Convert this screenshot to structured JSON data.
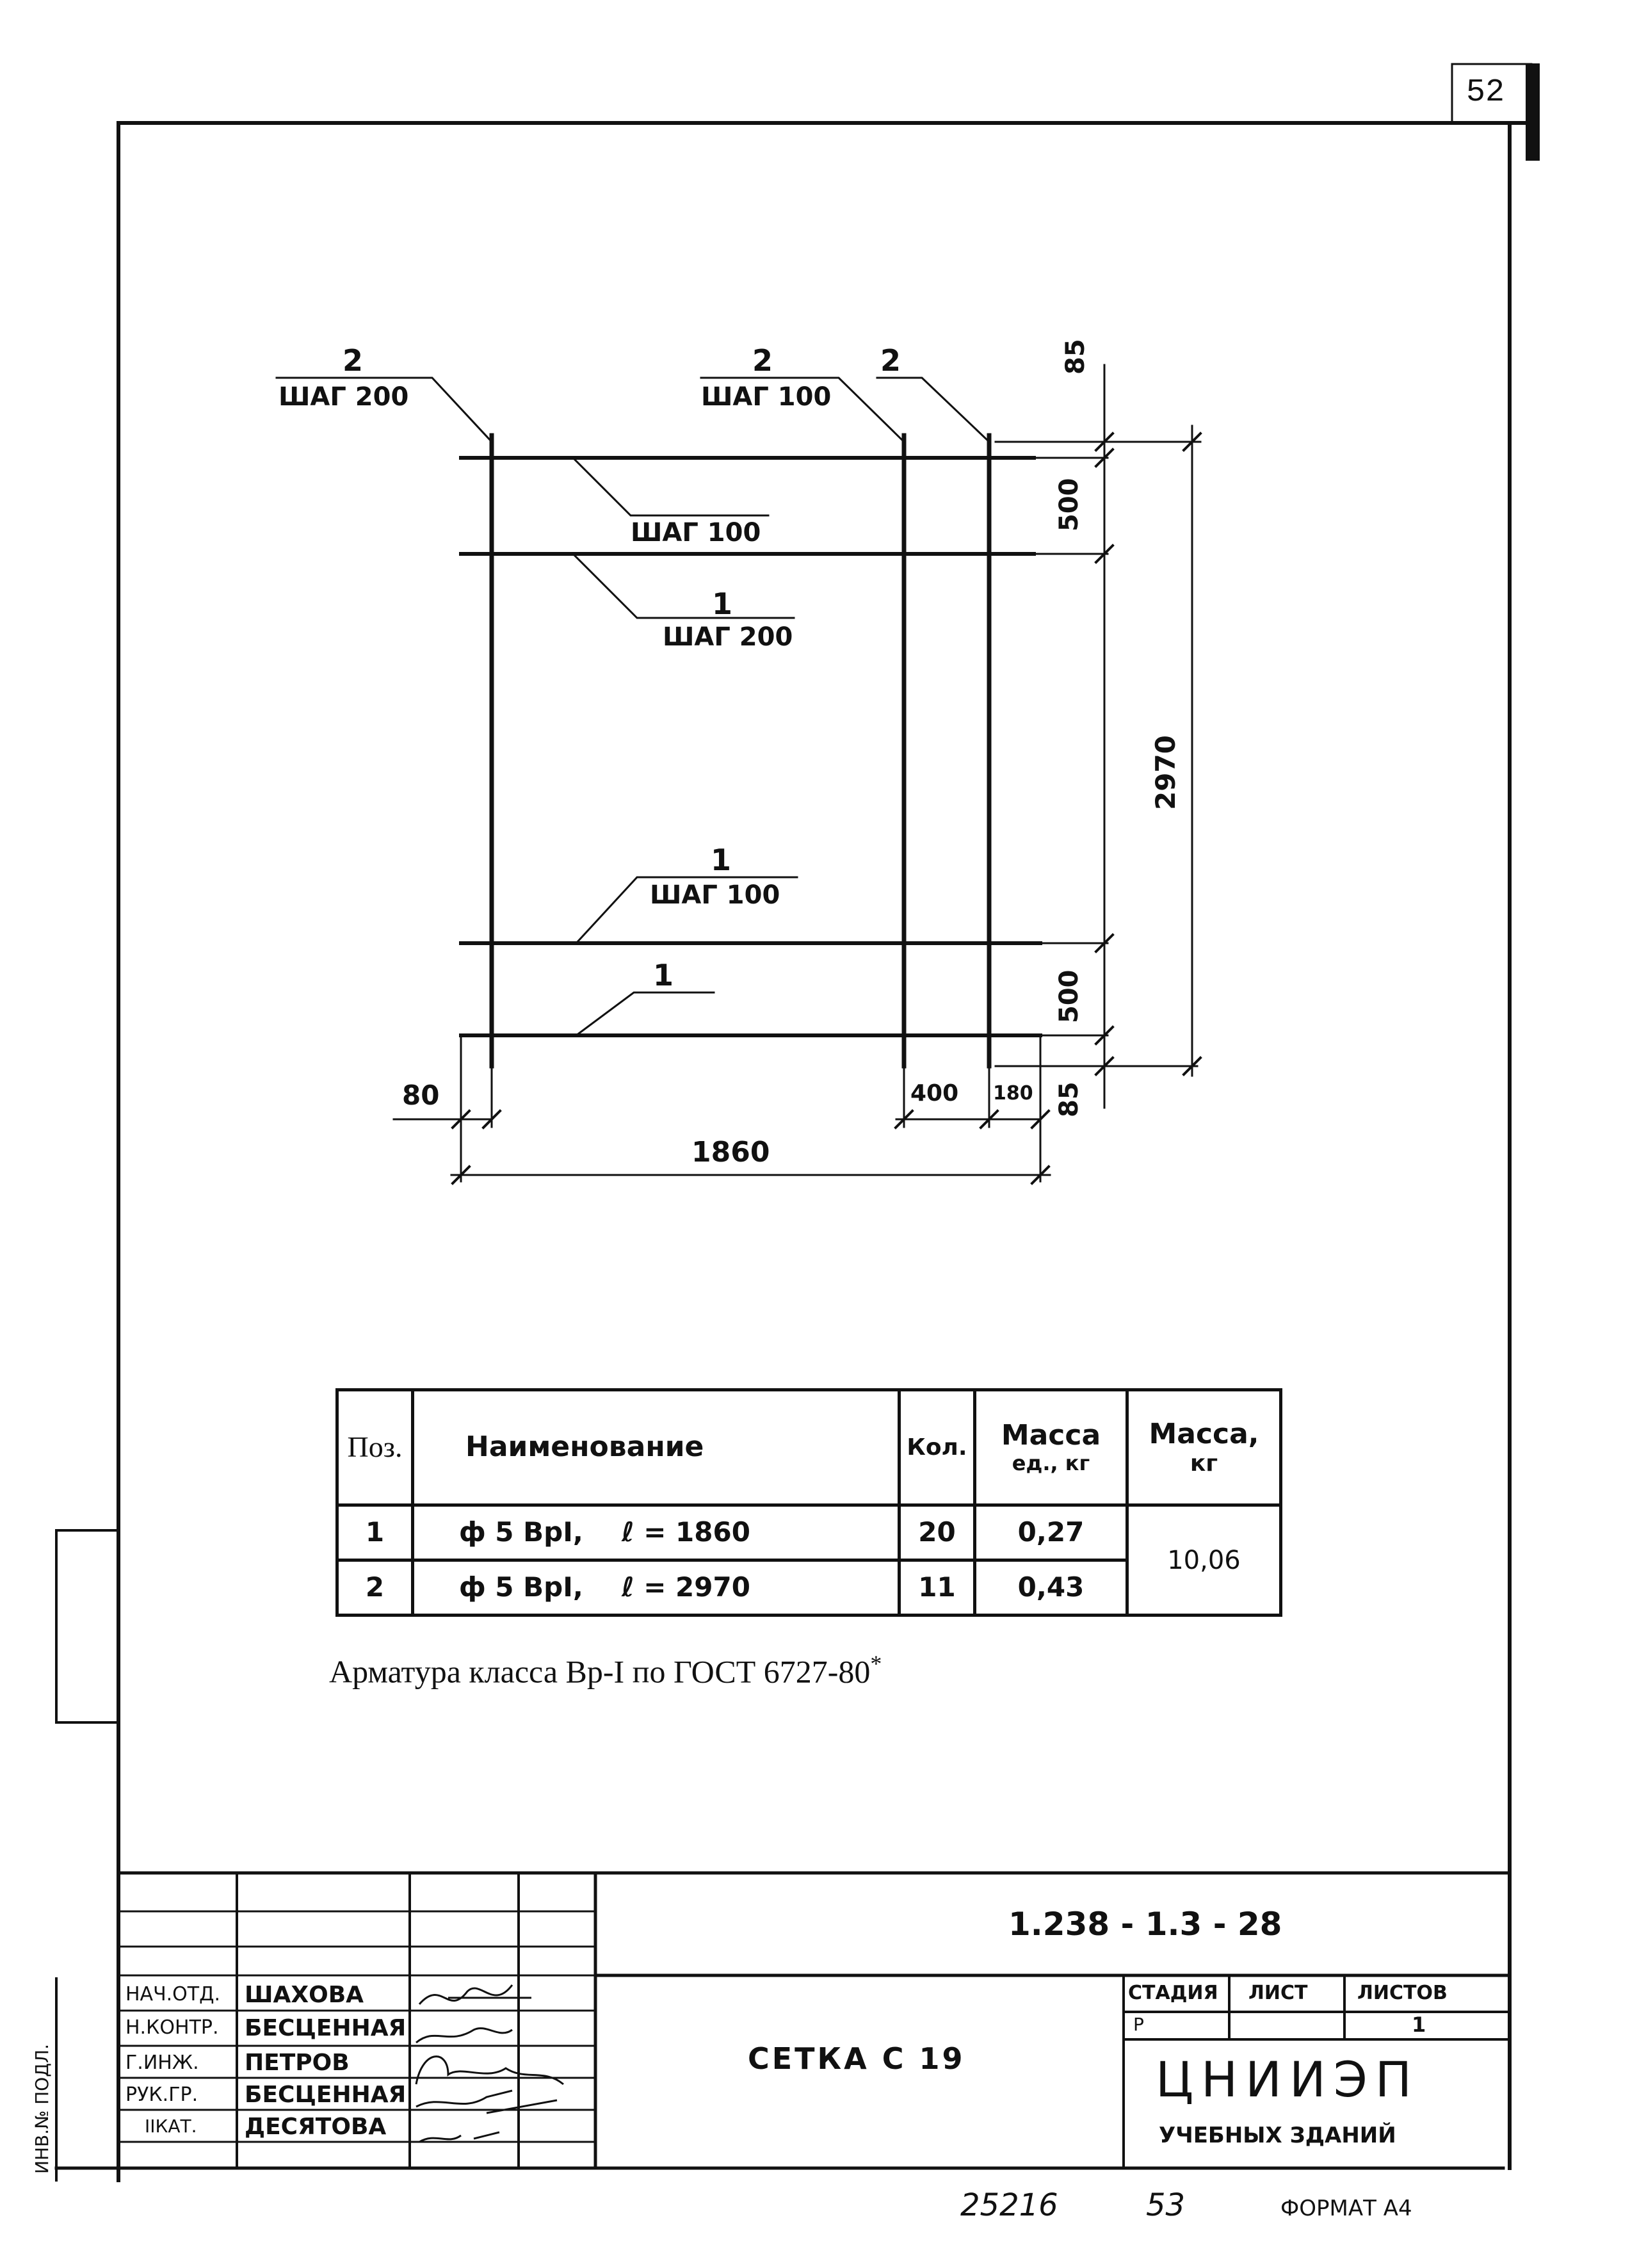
{
  "page_number": "52",
  "drawing": {
    "labels": {
      "top_left_pos": "2",
      "top_left_step": "ШАГ 200",
      "top_mid_pos": "2",
      "top_mid_step": "ШАГ 100",
      "top_right_pos": "2",
      "upper_bar_step": "ШАГ 100",
      "upper_bar2_pos": "1",
      "upper_bar2_step": "ШАГ 200",
      "lower_bar_pos": "1",
      "lower_bar_step": "ШАГ 100",
      "bottom_bar_pos": "1"
    },
    "dimensions": {
      "top_offset": "85",
      "upper_spacing": "500",
      "total_height": "2970",
      "lower_spacing": "500",
      "bottom_offset": "85",
      "left_offset": "80",
      "right_gap_1": "400",
      "right_gap_2": "180",
      "total_width": "1860"
    }
  },
  "spec_table": {
    "headers": {
      "pos": "Поз.",
      "name": "Наименование",
      "qty": "Кол.",
      "unit_mass_1": "Масса",
      "unit_mass_2": "ед., кг",
      "total_mass_1": "Масса,",
      "total_mass_2": "кг"
    },
    "rows": [
      {
        "pos": "1",
        "name": "ф 5 ВрI,",
        "length": "ℓ = 1860",
        "qty": "20",
        "unit_mass": "0,27"
      },
      {
        "pos": "2",
        "name": "ф 5 ВрI,",
        "length": "ℓ = 2970",
        "qty": "11",
        "unit_mass": "0,43"
      }
    ],
    "total_mass": "10,06"
  },
  "note": {
    "text": "Арматура класса Вр-I по ГОСТ 6727-80",
    "mark": "*"
  },
  "title_block": {
    "designation": "1.238 - 1.3 - 28",
    "title": "СЕТКА С 19",
    "roles": [
      "НАЧ.ОТД.",
      "Н.КОНТР.",
      "Г.ИНЖ.",
      "РУК.ГР.",
      "IIКАТ."
    ],
    "names": [
      "ШАХОВА",
      "БЕСЦЕННАЯ",
      "ПЕТРОВ",
      "БЕСЦЕННАЯ",
      "ДЕСЯТОВА"
    ],
    "stage_header": "СТАДИЯ",
    "sheet_header": "ЛИСТ",
    "sheets_header": "ЛИСТОВ",
    "stage": "Р",
    "sheets": "1",
    "org_name": "ЦНИИЭП",
    "org_sub": "УЧЕБНЫХ ЗДАНИЙ"
  },
  "side_label": "ИНВ.№ ПОДЛ.",
  "bottom": {
    "inv_number": "25216",
    "sheet_number": "53",
    "format": "ФОРМАТ А4"
  }
}
